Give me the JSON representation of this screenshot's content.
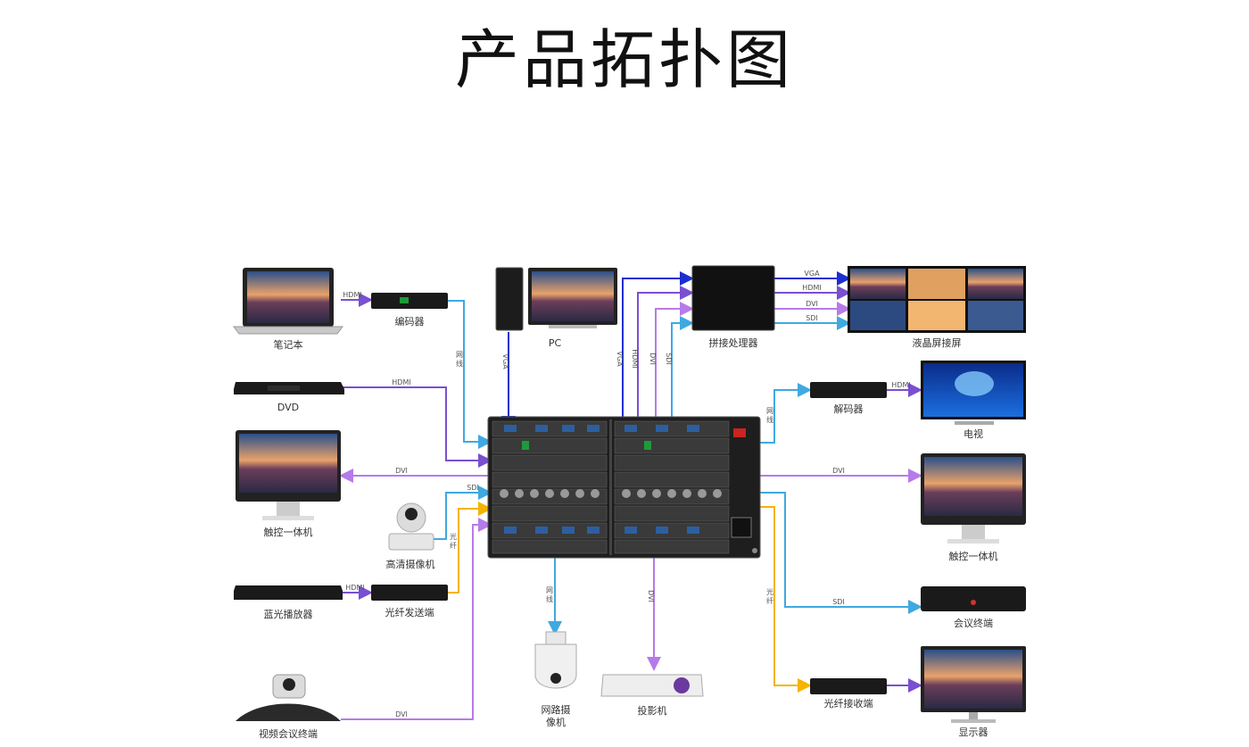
{
  "title": "产品拓扑图",
  "colors": {
    "blue": "#1a2fd0",
    "purple": "#7a4fd0",
    "violet": "#b67be8",
    "cyan": "#3fa9e0",
    "orange": "#f5b400"
  },
  "devices": {
    "laptop": "笔记本",
    "encoder": "编码器",
    "pc": "PC",
    "splicer": "拼接处理器",
    "lcd_wall": "液晶屏接屏",
    "dvd": "DVD",
    "decoder": "解码器",
    "tv": "电视",
    "touch_left": "触控一体机",
    "touch_right": "触控一体机",
    "hd_camera": "高清摄像机",
    "bluray": "蓝光播放器",
    "fiber_tx": "光纤发送端",
    "conf_terminal": "会议终端",
    "video_conf": "视频会议终端",
    "ip_camera": "网路摄\n像机",
    "projector": "投影机",
    "fiber_rx": "光纤接收端",
    "monitor": "显示器"
  },
  "signals": {
    "hdmi": "HDMI",
    "vga": "VGA",
    "dvi": "DVI",
    "sdi": "SDI",
    "network": "网\n线",
    "fiber": "光\n纤"
  }
}
